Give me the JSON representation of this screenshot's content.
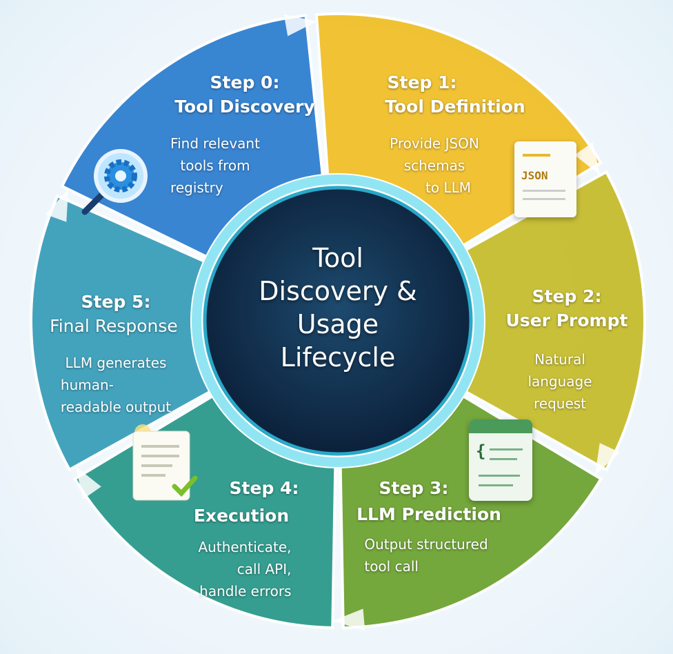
{
  "center": {
    "lines": [
      "Tool",
      "Discovery &",
      "Usage",
      "Lifecycle"
    ]
  },
  "steps": [
    {
      "title": "Step 0:",
      "name": "Tool Discovery",
      "desc": [
        "Find relevant",
        "tools from",
        "registry"
      ],
      "color": "#2f7fd0",
      "icon": "magnifier-gear-icon"
    },
    {
      "title": "Step 1:",
      "name": "Tool Definition",
      "desc": [
        "Provide JSON",
        "schemas",
        "to LLM"
      ],
      "color": "#f0c02a",
      "icon": "json-document-icon",
      "icon_label": "JSON"
    },
    {
      "title": "Step 2:",
      "name": "User Prompt",
      "desc": [
        "Natural",
        "language",
        "request"
      ],
      "color": "#c6bd2e",
      "icon": ""
    },
    {
      "title": "Step 3:",
      "name": "LLM Prediction",
      "desc": [
        "Output structured",
        "tool call"
      ],
      "color": "#6ea332",
      "icon": "code-window-icon",
      "icon_label": "{"
    },
    {
      "title": "Step 4:",
      "name": "Execution",
      "desc": [
        "Authenticate,",
        "call API,",
        "handle errors"
      ],
      "color": "#2b9a8c",
      "icon": ""
    },
    {
      "title": "Step 5:",
      "name": "Final Response",
      "desc": [
        "LLM generates",
        "human-",
        "readable output"
      ],
      "color": "#3a9fba",
      "icon": "document-check-icon"
    }
  ]
}
